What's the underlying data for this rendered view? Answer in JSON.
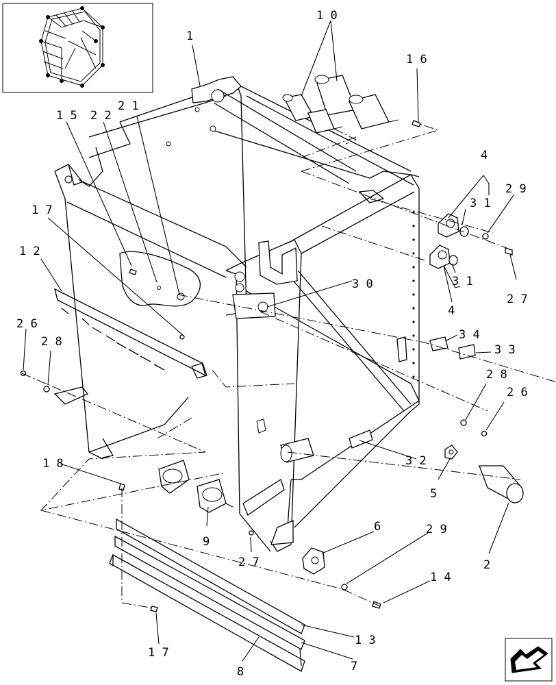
{
  "callouts": [
    {
      "id": "c1",
      "text": "1"
    },
    {
      "id": "c10",
      "text": "1 0"
    },
    {
      "id": "c16",
      "text": "1 6"
    },
    {
      "id": "c15",
      "text": "1 5"
    },
    {
      "id": "c22",
      "text": "2 2"
    },
    {
      "id": "c21",
      "text": "2 1"
    },
    {
      "id": "c4a",
      "text": "4"
    },
    {
      "id": "c29a",
      "text": "2 9"
    },
    {
      "id": "c31a",
      "text": "3 1"
    },
    {
      "id": "c17a",
      "text": "1 7"
    },
    {
      "id": "c12",
      "text": "1 2"
    },
    {
      "id": "c31b",
      "text": "3 1"
    },
    {
      "id": "c30",
      "text": "3 0"
    },
    {
      "id": "c27a",
      "text": "2 7"
    },
    {
      "id": "c4b",
      "text": "4"
    },
    {
      "id": "c26a",
      "text": "2 6"
    },
    {
      "id": "c28a",
      "text": "2 8"
    },
    {
      "id": "c34",
      "text": "3 4"
    },
    {
      "id": "c33",
      "text": "3 3"
    },
    {
      "id": "c28b",
      "text": "2 8"
    },
    {
      "id": "c26b",
      "text": "2 6"
    },
    {
      "id": "c18",
      "text": "1 8"
    },
    {
      "id": "c32",
      "text": "3 2"
    },
    {
      "id": "c5",
      "text": "5"
    },
    {
      "id": "c9",
      "text": "9"
    },
    {
      "id": "c6",
      "text": "6"
    },
    {
      "id": "c29b",
      "text": "2 9"
    },
    {
      "id": "c27b",
      "text": "2 7"
    },
    {
      "id": "c2",
      "text": "2"
    },
    {
      "id": "c14",
      "text": "1 4"
    },
    {
      "id": "c13",
      "text": "1 3"
    },
    {
      "id": "c17b",
      "text": "1 7"
    },
    {
      "id": "c7",
      "text": "7"
    },
    {
      "id": "c8",
      "text": "8"
    }
  ],
  "icons": {
    "thumbnail": "baler-overview-thumbnail-icon",
    "navigation": "direction-arrow-icon"
  },
  "colors": {
    "ink": "#000000",
    "paper": "#ffffff"
  }
}
